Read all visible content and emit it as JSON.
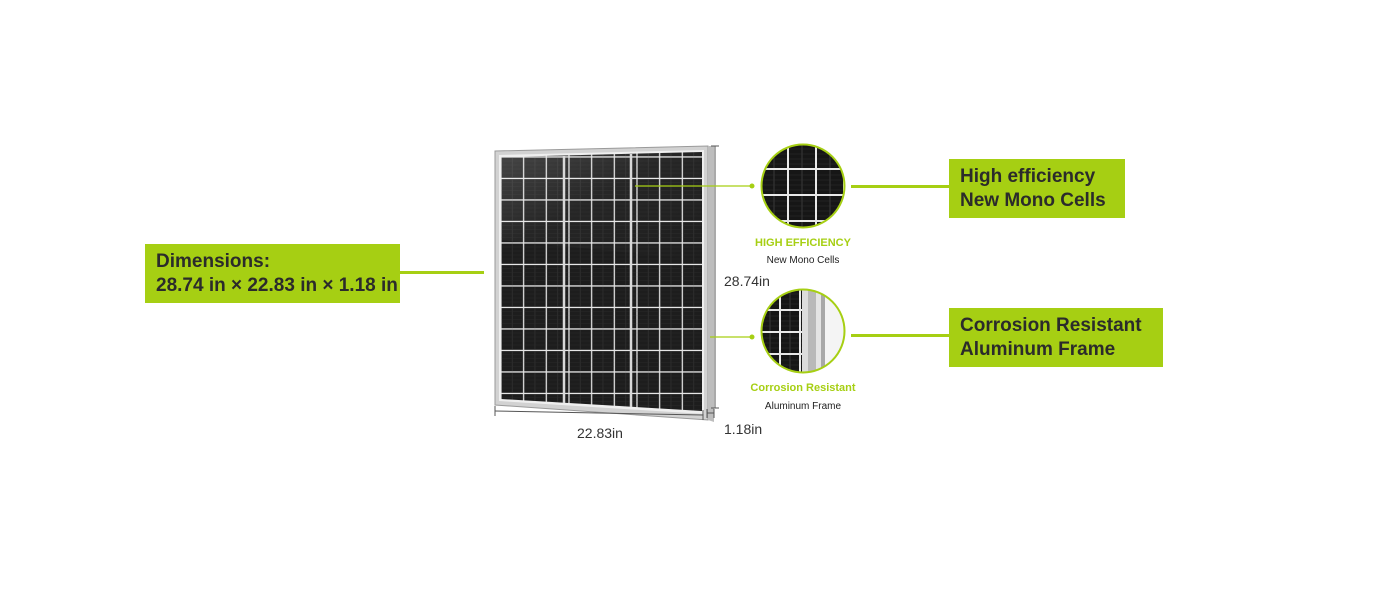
{
  "dimensions_callout": {
    "line1": "Dimensions:",
    "line2": "28.74 in × 22.83 in × 1.18 in"
  },
  "efficiency_callout": {
    "line1": "High efficiency",
    "line2": "New Mono Cells"
  },
  "frame_callout": {
    "line1": "Corrosion Resistant",
    "line2": "Aluminum Frame"
  },
  "efficiency_detail": {
    "title": "HIGH EFFICIENCY",
    "subtitle": "New Mono Cells"
  },
  "frame_detail": {
    "title": "Corrosion Resistant",
    "subtitle": "Aluminum Frame"
  },
  "measurements": {
    "height": "28.74in",
    "width": "22.83in",
    "depth": "1.18in"
  },
  "colors": {
    "accent": "#a6cf13",
    "text_dark": "#2b2b2b",
    "cell": "#1c1c1c",
    "frame": "#c8c8c8"
  },
  "icons": {
    "panel": "solar-panel-icon",
    "cells_closeup": "mono-cells-closeup-icon",
    "frame_closeup": "aluminum-frame-closeup-icon"
  }
}
